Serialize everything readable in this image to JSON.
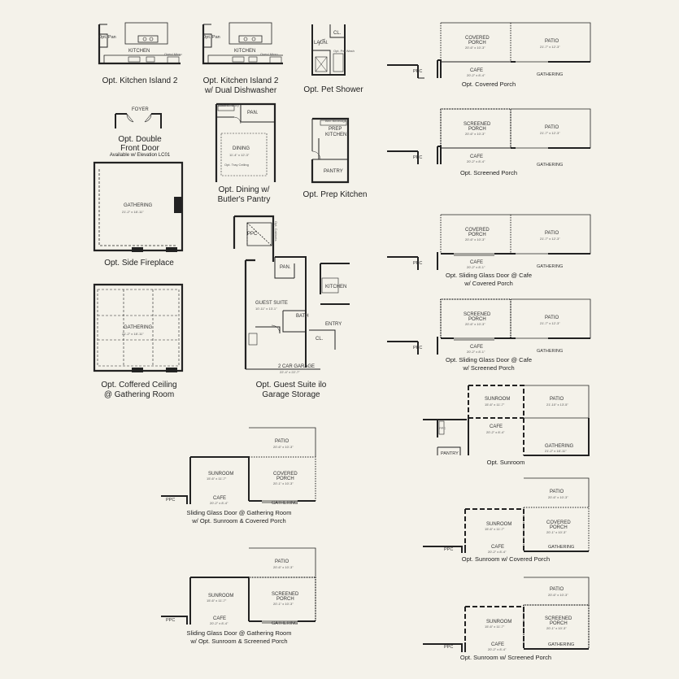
{
  "options": {
    "kitchen_island": {
      "caption": "Opt. Kitchen Island 2",
      "room": "KITCHEN",
      "oven": "Oven/ Micro",
      "pantry": "Opt. Pan"
    },
    "kitchen_island_dw": {
      "caption_line1": "Opt. Kitchen Island 2",
      "caption_line2": "w/ Dual Dishwasher",
      "room": "KITCHEN",
      "oven": "Oven/ Micro",
      "pantry": "Opt. Pan"
    },
    "pet_shower": {
      "caption": "Opt. Pet Shower",
      "laundry": "LAUN.",
      "closet": "CL.",
      "shower": "Opt. Pet Wash"
    },
    "double_front_door": {
      "caption_line1": "Opt. Double",
      "caption_line2": "Front Door",
      "note": "Available w/ Elevation LC01",
      "room": "FOYER"
    },
    "dining_butlers": {
      "caption_line1": "Opt. Dining w/",
      "caption_line2": "Butler's Pantry",
      "room": "DINING",
      "dim": "11'-4\" x 12'-3\"",
      "pantry": "PAN.",
      "butler": "Butler's Pantry",
      "tray": "Opt. Tray Ceiling"
    },
    "prep_kitchen": {
      "caption": "Opt. Prep Kitchen",
      "room_line1": "PREP",
      "room_line2": "KITCHEN",
      "pantry": "PANTRY",
      "bev": "Bev. Beverage"
    },
    "side_fireplace": {
      "caption": "Opt. Side Fireplace",
      "room": "GATHERING",
      "dim": "21'-2\" x 18'-11\""
    },
    "coffered_ceiling": {
      "caption_line1": "Opt. Coffered Ceiling",
      "caption_line2": "@ Gathering Room",
      "room": "GATHERING",
      "dim": "21'-2\" x 18'-11\""
    },
    "guest_suite": {
      "caption_line1": "Opt. Guest Suite ilo",
      "caption_line2": "Garage Storage",
      "ppc": "PPC",
      "cabinets": "Opt. Cabinets",
      "pantry": "PAN.",
      "kitchen": "KITCHEN",
      "suite": "GUEST SUITE",
      "suite_dim": "10'-11\" x 13'-1\"",
      "bath": "BATH",
      "closet": "CL.",
      "entry": "ENTRY",
      "garage": "2 CAR GARAGE",
      "garage_dim": "22'-4\" x 22'-7\""
    },
    "covered_porch": {
      "caption": "Opt. Covered Porch",
      "porch_line1": "COVERED",
      "porch_line2": "PORCH",
      "porch_dim": "20'-6\" x 10'-3\"",
      "patio": "PATIO",
      "patio_dim": "21'-7\" x 12'-3\"",
      "cafe": "CAFE",
      "cafe_dim": "20'-2\" x 8'-4\"",
      "ppc": "PPC",
      "gathering": "GATHERING"
    },
    "screened_porch": {
      "caption": "Opt. Screened Porch",
      "porch_line1": "SCREENED",
      "porch_line2": "PORCH",
      "porch_dim": "20'-6\" x 10'-3\"",
      "patio": "PATIO",
      "patio_dim": "21'-7\" x 12'-3\"",
      "cafe": "CAFE",
      "cafe_dim": "20'-2\" x 8'-4\"",
      "ppc": "PPC",
      "gathering": "GATHERING"
    },
    "sgd_covered": {
      "caption_line1": "Opt. Sliding Glass Door @ Cafe",
      "caption_line2": "w/ Covered Porch",
      "porch_line1": "COVERED",
      "porch_line2": "PORCH",
      "porch_dim": "20'-6\" x 10'-3\"",
      "patio": "PATIO",
      "patio_dim": "21'-7\" x 12'-3\"",
      "cafe": "CAFE",
      "cafe_dim": "20'-2\" x 8'-1\"",
      "ppc": "PPC",
      "gathering": "GATHERING"
    },
    "sgd_screened": {
      "caption_line1": "Opt. Sliding Glass Door @ Cafe",
      "caption_line2": "w/ Screened Porch",
      "porch_line1": "SCREENED",
      "porch_line2": "PORCH",
      "porch_dim": "20'-6\" x 10'-3\"",
      "patio": "PATIO",
      "patio_dim": "21'-7\" x 12'-3\"",
      "cafe": "CAFE",
      "cafe_dim": "20'-2\" x 8'-1\"",
      "ppc": "PPC",
      "gathering": "GATHERING"
    },
    "sunroom": {
      "caption": "Opt. Sunroom",
      "sunroom": "SUNROOM",
      "sun_dim": "15'-6\" x 11'-7\"",
      "patio": "PATIO",
      "patio_dim": "21'-10\" x 13'-5\"",
      "cafe": "CAFE",
      "cafe_dim": "20'-2\" x 8'-4\"",
      "gathering": "GATHERING",
      "gath_dim": "21'-2\" x 18'-11\"",
      "pantry": "PANTRY",
      "ppc": "PPC"
    },
    "sgd_sun_covered": {
      "caption_line1": "Sliding Glass Door @ Gathering Room",
      "caption_line2": "w/ Opt. Sunroom & Covered Porch",
      "patio": "PATIO",
      "patio_dim": "20'-6\" x 10'-3\"",
      "sunroom": "SUNROOM",
      "sun_dim": "15'-6\" x 11'-7\"",
      "porch_line1": "COVERED",
      "porch_line2": "PORCH",
      "porch_dim": "20'-1\" x 10'-3\"",
      "cafe": "CAFE",
      "cafe_dim": "20'-2\" x 8'-4\"",
      "ppc": "PPC",
      "gathering": "GATHERING"
    },
    "sun_covered": {
      "caption": "Opt. Sunroom w/ Covered Porch",
      "patio": "PATIO",
      "patio_dim": "20'-6\" x 10'-3\"",
      "sunroom": "SUNROOM",
      "sun_dim": "15'-6\" x 11'-7\"",
      "porch_line1": "COVERED",
      "porch_line2": "PORCH",
      "porch_dim": "20'-1\" x 10'-3\"",
      "cafe": "CAFE",
      "cafe_dim": "20'-2\" x 8'-4\"",
      "ppc": "PPC",
      "gathering": "GATHERING"
    },
    "sgd_sun_screened": {
      "caption_line1": "Sliding Glass Door @ Gathering Room",
      "caption_line2": "w/ Opt. Sunroom & Screened Porch",
      "patio": "PATIO",
      "patio_dim": "20'-6\" x 10'-3\"",
      "sunroom": "SUNROOM",
      "sun_dim": "15'-6\" x 11'-7\"",
      "porch_line1": "SCREENED",
      "porch_line2": "PORCH",
      "porch_dim": "20'-1\" x 10'-3\"",
      "cafe": "CAFE",
      "cafe_dim": "20'-2\" x 8'-4\"",
      "ppc": "PPC",
      "gathering": "GATHERING"
    },
    "sun_screened": {
      "caption": "Opt. Sunroom w/ Screened Porch",
      "patio": "PATIO",
      "patio_dim": "20'-6\" x 10'-3\"",
      "sunroom": "SUNROOM",
      "sun_dim": "15'-6\" x 11'-7\"",
      "porch_line1": "SCREENED",
      "porch_line2": "PORCH",
      "porch_dim": "20'-1\" x 10'-3\"",
      "cafe": "CAFE",
      "cafe_dim": "20'-2\" x 8'-4\"",
      "ppc": "PPC",
      "gathering": "GATHERING"
    }
  }
}
